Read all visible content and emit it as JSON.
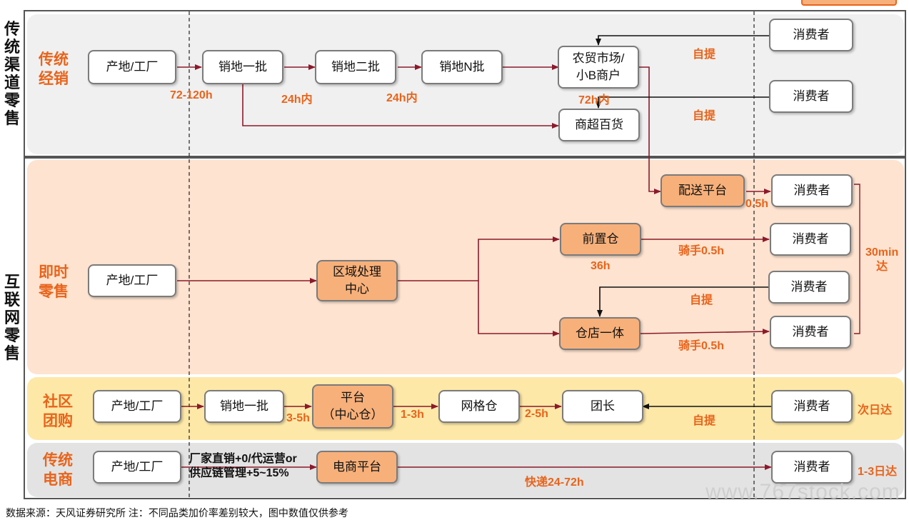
{
  "left_labels": {
    "traditional": "传统渠道零售",
    "internet": "互联网零售"
  },
  "segments": {
    "traditional_distribution": "传统经销",
    "instant_retail": "即时零售",
    "community_group": "社区团购",
    "traditional_ecommerce": "传统电商"
  },
  "nodes": {
    "origin_1": "产地/工厂",
    "first_wholesale": "销地一批",
    "second_wholesale": "销地二批",
    "nth_wholesale": "销地N批",
    "farmers_market": "农贸市场/\n小B商户",
    "supermarket": "商超百货",
    "consumer_1": "消费者",
    "consumer_2": "消费者",
    "delivery_platform": "配送平台",
    "consumer_3": "消费者",
    "origin_2": "产地/工厂",
    "regional_center": "区域处理\n中心",
    "front_warehouse": "前置仓",
    "consumer_4": "消费者",
    "consumer_5": "消费者",
    "store_warehouse": "仓店一体",
    "consumer_6": "消费者",
    "origin_3": "产地/工厂",
    "first_wholesale_3": "销地一批",
    "platform_center": "平台\n（中心仓）",
    "grid_warehouse": "网格仓",
    "group_leader": "团长",
    "consumer_7": "消费者",
    "origin_4": "产地/工厂",
    "ecommerce_platform": "电商平台",
    "consumer_8": "消费者"
  },
  "labels": {
    "t_72_120h": "72-120h",
    "t_24h_a": "24h内",
    "t_24h_b": "24h内",
    "t_72h": "72h内",
    "pickup_1": "自提",
    "pickup_2": "自提",
    "t_05h": "0.5h",
    "rider_1": "骑手0.5h",
    "t_36h": "36h",
    "pickup_3": "自提",
    "rider_2": "骑手0.5h",
    "t_30min": "30min\n达",
    "t_3_5h": "3-5h",
    "t_1_3h": "1-3h",
    "t_2_5h": "2-5h",
    "pickup_4": "自提",
    "next_day": "次日达",
    "ecom_text": "厂家直销+0/代运营or\n供应链管理+5~15%",
    "express": "快递24-72h",
    "days_1_3": "1-3日达"
  },
  "colors": {
    "arrow": "#8b1a2b",
    "highlight": "#e8641b",
    "orange_box": "#f7b07a",
    "band_gray": "#f0f0f0",
    "band_peach": "#fde3d0",
    "band_yellow": "#fde8a8",
    "band_lightgray": "#e3e3e3"
  },
  "footnote": "数据来源：天风证券研究所   注：不同品类加价率差别较大，图中数值仅供参考",
  "watermark": "www.767stock.com"
}
